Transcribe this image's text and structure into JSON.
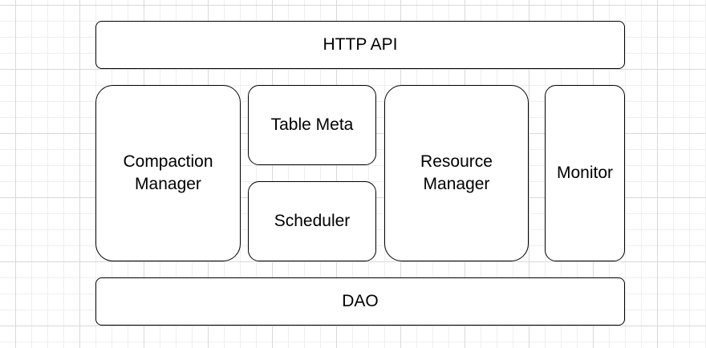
{
  "diagram": {
    "http_api": "HTTP API",
    "compaction_manager": "Compaction\nManager",
    "table_meta": "Table Meta",
    "scheduler": "Scheduler",
    "resource_manager": "Resource\nManager",
    "monitor": "Monitor",
    "dao": "DAO"
  },
  "colors": {
    "stroke": "#000000",
    "fill": "#ffffff",
    "grid": "#d9d9d9"
  }
}
